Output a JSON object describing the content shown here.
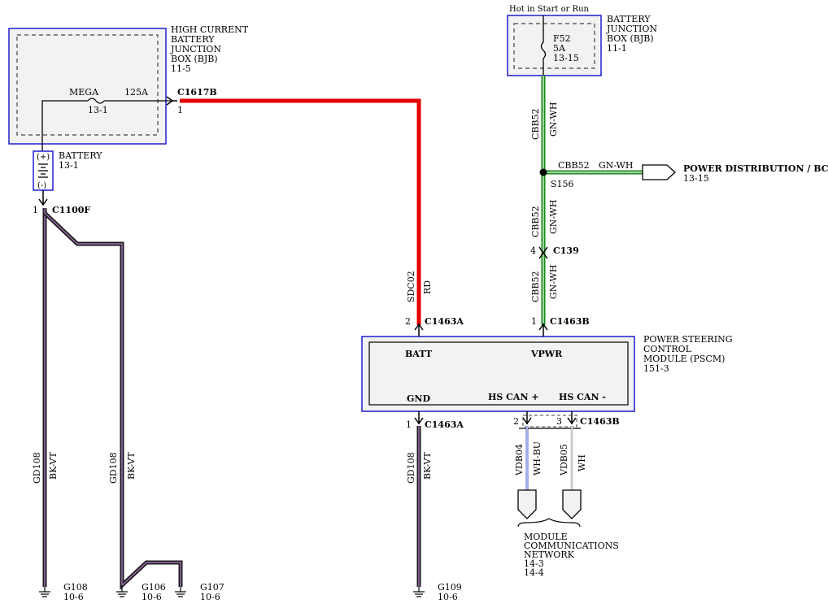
{
  "hcbjb": {
    "line1": "HIGH CURRENT",
    "line2": "BATTERY",
    "line3": "JUNCTION",
    "line4": "BOX (BJB)",
    "page": "11-5",
    "fuse_name": "MEGA",
    "fuse_amp": "125A",
    "fuse_ref": "13-1"
  },
  "battery": {
    "label": "BATTERY",
    "page": "13-1",
    "plus": "(+)",
    "minus": "(-)"
  },
  "c1617b": {
    "name": "C1617B",
    "pin": "1"
  },
  "c1100f": {
    "name": "C1100F",
    "pin": "1"
  },
  "bjb": {
    "header": "Hot in Start or Run",
    "line1": "BATTERY",
    "line2": "JUNCTION",
    "line3": "BOX (BJB)",
    "page": "11-1",
    "fuse_name": "F52",
    "fuse_amp": "5A",
    "fuse_ref": "13-15"
  },
  "wires": {
    "gd108_circuit": "GD108",
    "gd108_color": "BK-VT",
    "sdc02_circuit": "SDC02",
    "sdc02_color": "RD",
    "cbb52_circuit": "CBB52",
    "cbb52_color": "GN-WH",
    "vdb04_circuit": "VDB04",
    "vdb04_color": "WH-BU",
    "vdb05_circuit": "VDB05",
    "vdb05_color": "WH"
  },
  "splice": {
    "name": "S156"
  },
  "power_dist": {
    "label": "POWER DISTRIBUTION / BCM",
    "page": "13-15"
  },
  "c139": {
    "name": "C139",
    "pin": "4"
  },
  "pscm": {
    "line1": "POWER STEERING",
    "line2": "CONTROL",
    "line3": "MODULE (PSCM)",
    "page": "151-3",
    "batt": "BATT",
    "vpwr": "VPWR",
    "gnd": "GND",
    "hscan_plus": "HS CAN +",
    "hscan_minus": "HS CAN -"
  },
  "c1463a_top": {
    "name": "C1463A",
    "pin": "2"
  },
  "c1463b_top": {
    "name": "C1463B",
    "pin": "1"
  },
  "c1463a_bot": {
    "name": "C1463A",
    "pin": "1"
  },
  "c1463b_bot": {
    "name": "C1463B",
    "pin2": "2",
    "pin3": "3"
  },
  "mcn": {
    "line1": "MODULE",
    "line2": "COMMUNICATIONS",
    "line3": "NETWORK",
    "page1": "14-3",
    "page2": "14-4"
  },
  "grounds": {
    "g108": {
      "name": "G108",
      "page": "10-6"
    },
    "g106": {
      "name": "G106",
      "page": "10-6"
    },
    "g107": {
      "name": "G107",
      "page": "10-6"
    },
    "g109": {
      "name": "G109",
      "page": "10-6"
    }
  },
  "colors": {
    "rd": "#e60000",
    "gn": "#1a8a1a",
    "bk": "#1a1a1a",
    "vt": "#a070b0",
    "bu": "#4a60c8",
    "box": "#1f1fd0"
  }
}
